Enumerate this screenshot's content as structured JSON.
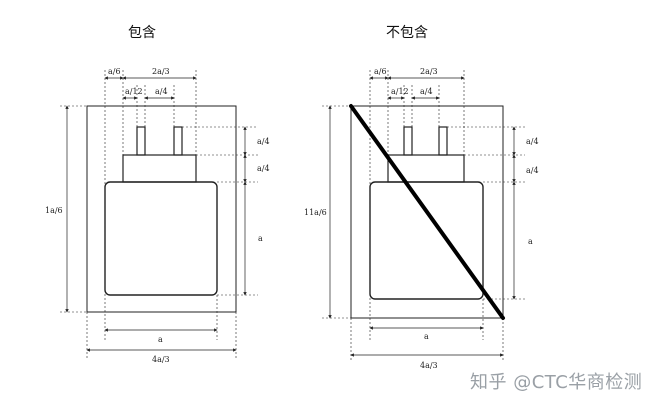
{
  "titles": {
    "left": "包含",
    "right": "不包含"
  },
  "labels": {
    "a6": "a/6",
    "two_a3": "2a/3",
    "a12": "a/12",
    "a4": "a/4",
    "a": "a",
    "four_a3": "4a/3",
    "left_height": "1a/6",
    "right_height": "11a/6"
  },
  "watermark": "知乎 @CTC华商检测"
}
